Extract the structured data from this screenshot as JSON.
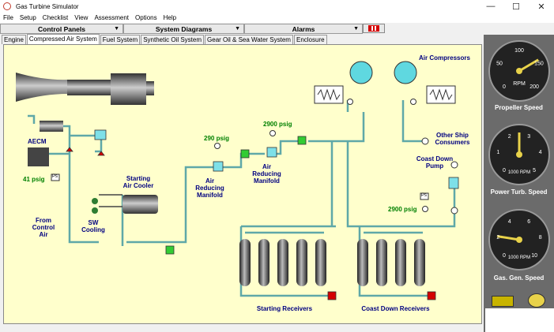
{
  "window": {
    "title": "Gas Turbine Simulator",
    "min": "—",
    "max": "☐",
    "close": "✕"
  },
  "menu": [
    "File",
    "Setup",
    "Checklist",
    "View",
    "Assessment",
    "Options",
    "Help"
  ],
  "toolbar": {
    "control_panels": "Control Panels",
    "system_diagrams": "System Diagrams",
    "alarms": "Alarms"
  },
  "tabs": [
    "Engine",
    "Compressed Air System",
    "Fuel System",
    "Synthetic Oil System",
    "Gear Oil & Sea Water System",
    "Enclosure"
  ],
  "active_tab": "Compressed Air System",
  "diagram": {
    "aecm": "AECM",
    "psig_41": "41 psig",
    "from_control_air": "From Control Air",
    "starting_air_cooler": "Starting Air Cooler",
    "sw_cooling": "SW Cooling",
    "psig_290": "290 psig",
    "air_reducing_manifold_1": "Air Reducing Manifold",
    "psig_2900_top": "2900 psig",
    "air_reducing_manifold_2": "Air Reducing Manifold",
    "air_compressors": "Air Compressors",
    "other_ship_consumers": "Other Ship Consumers",
    "coast_down_pump": "Coast Down Pump",
    "psig_2900_right": "2900 psig",
    "starting_receivers": "Starting Receivers",
    "coast_down_receivers": "Coast Down Receivers",
    "ps": "Ps"
  },
  "gauges": {
    "propeller": {
      "label": "Propeller Speed",
      "unit": "RPM",
      "ticks": [
        "0",
        "50",
        "100",
        "150",
        "200"
      ],
      "value_fraction": 0.72
    },
    "power_turbine": {
      "label": "Power Turb. Speed",
      "unit": "1000 RPM",
      "ticks": [
        "0",
        "1",
        "2",
        "3",
        "4",
        "5"
      ],
      "value_fraction": 0.5
    },
    "gas_generator": {
      "label": "Gas. Gen. Speed",
      "unit": "1000 RPM",
      "ticks": [
        "0",
        "2",
        "4",
        "6",
        "8",
        "10"
      ],
      "value_fraction": 0.2
    }
  },
  "colors": {
    "pipe": "#5fa8a8",
    "panel_bg": "#ffffcc",
    "label": "#000080",
    "pressure": "#008000",
    "valve_red": "#d40000",
    "valve_green": "#33cc33"
  }
}
